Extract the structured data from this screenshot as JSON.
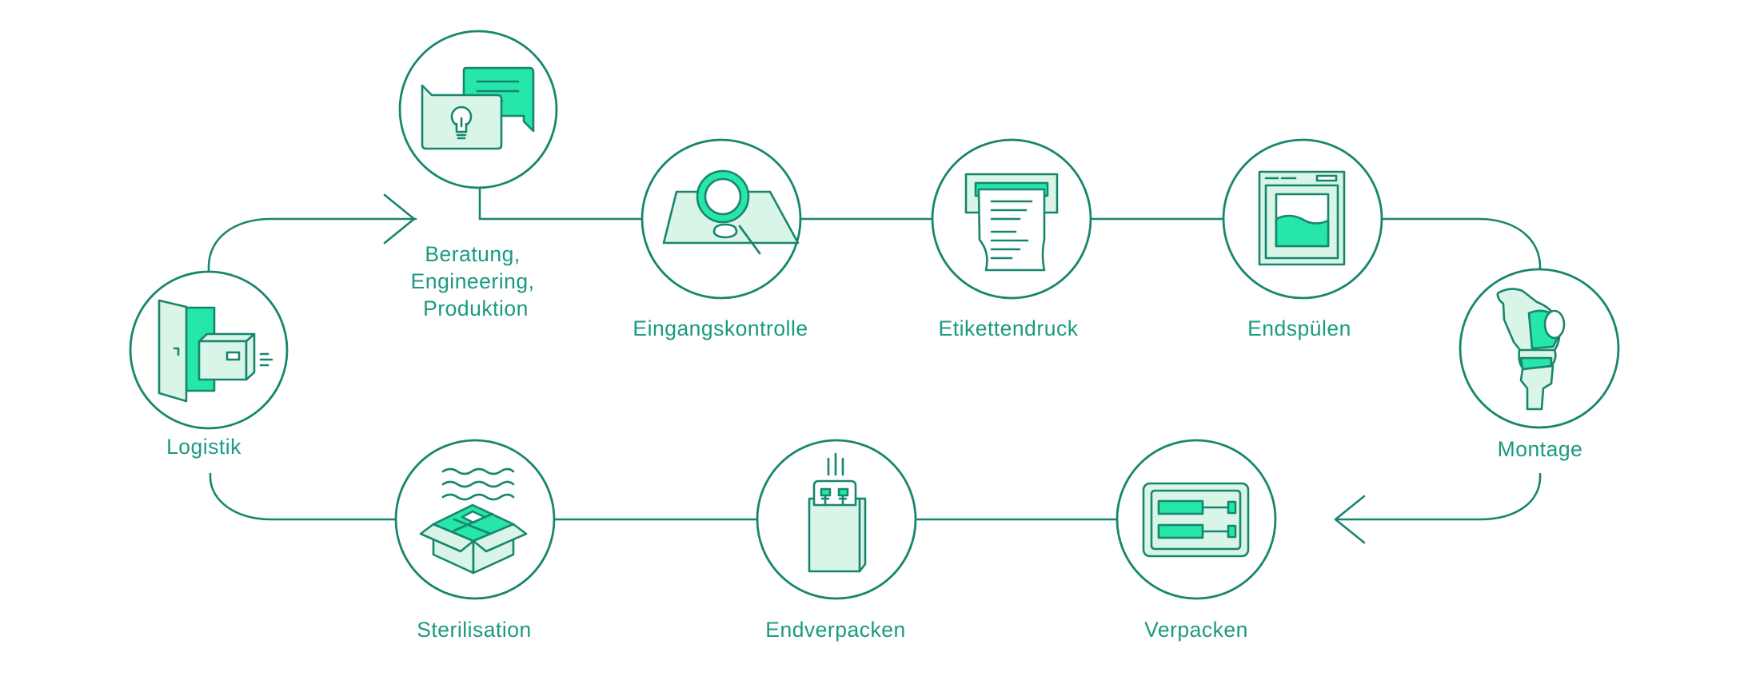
{
  "diagram": {
    "colors": {
      "stroke": "#17866f",
      "label": "#1a9a80",
      "accent": "#27e6aa",
      "light": "#d9f5e8",
      "background": "#ffffff"
    },
    "steps": [
      {
        "id": "logistik",
        "label": "Logistik",
        "icon": "door-with-package-icon"
      },
      {
        "id": "beratung",
        "label_lines": [
          "Beratung,",
          "Engineering,",
          "Produktion"
        ],
        "icon": "chat-bubble-lightbulb-icon"
      },
      {
        "id": "eingangskontrolle",
        "label": "Eingangskontrolle",
        "icon": "magnifier-inspection-icon"
      },
      {
        "id": "etikettendruck",
        "label": "Etikettendruck",
        "icon": "label-printer-icon"
      },
      {
        "id": "endspuelen",
        "label": "Endspülen",
        "icon": "rinsing-tank-icon"
      },
      {
        "id": "montage",
        "label": "Montage",
        "icon": "knee-implant-icon"
      },
      {
        "id": "verpacken",
        "label": "Verpacken",
        "icon": "blister-tray-icon"
      },
      {
        "id": "endverpacken",
        "label": "Endverpacken",
        "icon": "sealed-bag-icon"
      },
      {
        "id": "sterilisation",
        "label": "Sterilisation",
        "icon": "open-box-steam-icon"
      }
    ],
    "flow": "clockwise loop"
  }
}
